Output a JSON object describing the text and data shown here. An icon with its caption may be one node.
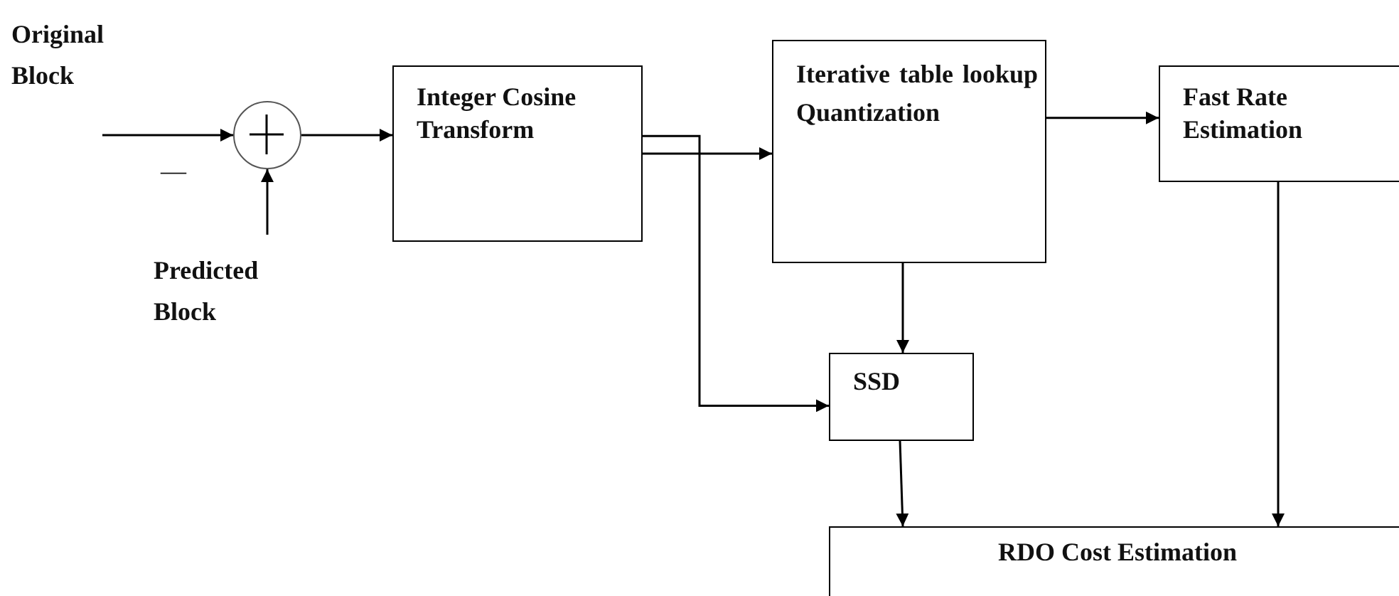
{
  "diagram": {
    "nodes": [
      {
        "text": [],
        "shape": "circle"
      },
      {
        "text": [
          "Integer Cosine Transform"
        ]
      },
      {
        "text": [
          "Iterative table lookup Quantization"
        ]
      },
      {
        "text": [
          "Fast Rate Estimation"
        ]
      },
      {
        "text": [
          "SSD"
        ]
      },
      {
        "text": [
          "RDO Cost Estimation"
        ]
      }
    ],
    "edges": [
      {
        "from": null,
        "to": 0,
        "arrow": "to"
      },
      {
        "from": null,
        "to": 0,
        "arrow": "to"
      },
      {
        "from": 0,
        "to": 1,
        "arrow": "to"
      },
      {
        "from": 1,
        "to": 2,
        "arrow": "to"
      },
      {
        "from": 1,
        "to": 4,
        "arrow": "to"
      },
      {
        "from": 2,
        "to": 3,
        "arrow": "to"
      },
      {
        "from": 2,
        "to": 4,
        "arrow": "to"
      },
      {
        "from": 4,
        "to": 5,
        "arrow": "to"
      },
      {
        "from": 3,
        "to": 5,
        "arrow": "to"
      }
    ],
    "labels": [
      "Original Block",
      "—",
      "Predicted Block"
    ]
  }
}
